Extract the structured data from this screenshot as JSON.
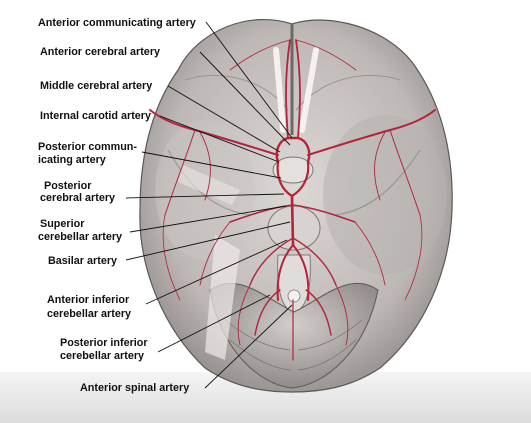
{
  "figure": {
    "labels": [
      {
        "id": "acom",
        "lines": [
          "Anterior communicating artery"
        ]
      },
      {
        "id": "aca",
        "lines": [
          "Anterior cerebral artery"
        ]
      },
      {
        "id": "mca",
        "lines": [
          "Middle cerebral artery"
        ]
      },
      {
        "id": "ica",
        "lines": [
          "Internal carotid artery"
        ]
      },
      {
        "id": "pcom",
        "lines": [
          "Posterior commun-",
          "icating artery"
        ]
      },
      {
        "id": "pca",
        "lines": [
          "Posterior",
          "cerebral artery"
        ]
      },
      {
        "id": "sca",
        "lines": [
          "Superior",
          "cerebellar artery"
        ]
      },
      {
        "id": "ba",
        "lines": [
          "Basilar artery"
        ]
      },
      {
        "id": "aica",
        "lines": [
          "Anterior inferior",
          "cerebellar artery"
        ]
      },
      {
        "id": "pica",
        "lines": [
          "Posterior inferior",
          "cerebellar artery"
        ]
      },
      {
        "id": "asa",
        "lines": [
          "Anterior spinal artery"
        ]
      }
    ],
    "colors": {
      "artery": "#b3243a",
      "brain_fill": "#c7c3c1",
      "brain_shade": "#8f8b89",
      "leader": "#111111"
    }
  }
}
